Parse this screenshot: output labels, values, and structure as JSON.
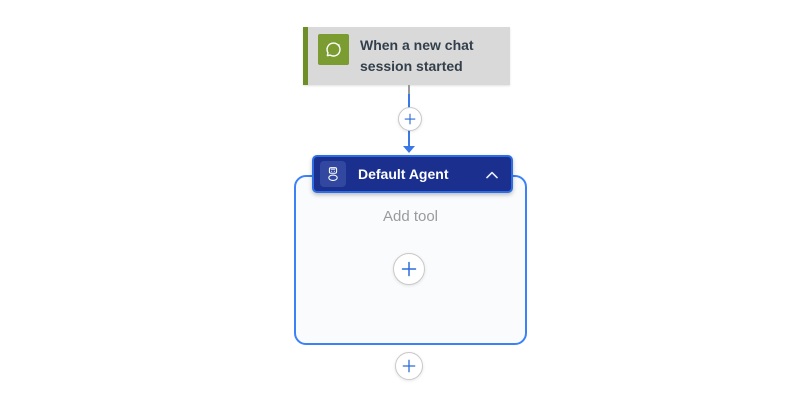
{
  "canvas": {
    "background": "#ffffff"
  },
  "trigger": {
    "title": "When a new chat session started",
    "icon": "chat-bubble-icon",
    "card_bg": "#d9d9d9",
    "stripe_color": "#6e8e27",
    "icon_bg": "#7a9c30",
    "text_color": "#33404c"
  },
  "connector": {
    "line_color": "#3b78e7",
    "stub_color": "#9a9a9a",
    "insert_button_icon": "plus-icon"
  },
  "agent": {
    "title": "Default Agent",
    "icon": "robot-icon",
    "header_bg": "#1b2f8f",
    "selection_border": "#2e6ee4",
    "container_border": "#3b82f6",
    "container_bg": "#fafbfd",
    "collapse_icon": "chevron-up-icon",
    "body": {
      "add_tool_label": "Add tool",
      "add_tool_button_icon": "plus-icon"
    }
  },
  "after_agent": {
    "add_step_button_icon": "plus-icon"
  },
  "accents": {
    "plus_color": "#2e6bd8",
    "plus_circle_border": "#c9c9c9"
  }
}
